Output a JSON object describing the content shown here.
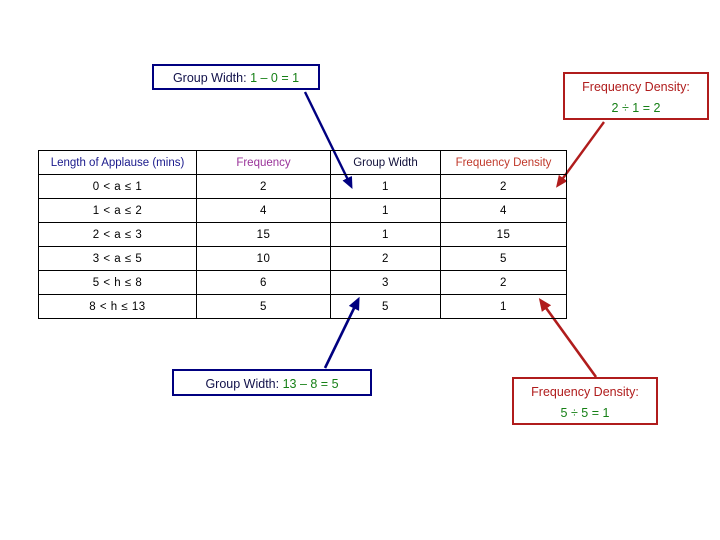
{
  "callouts": {
    "group_width_top": {
      "label": "Group Width:",
      "equation": "1 – 0 = 1",
      "border_color": "#000080",
      "equation_color": "#168016"
    },
    "group_width_bottom": {
      "label": "Group Width:",
      "equation": "13 – 8 = 5",
      "border_color": "#000080",
      "equation_color": "#168016"
    },
    "freq_density_top": {
      "label": "Frequency Density:",
      "equation": "2 ÷ 1 = 2",
      "border_color": "#b01c1c",
      "equation_color": "#168016"
    },
    "freq_density_bottom": {
      "label": "Frequency Density:",
      "equation": "5 ÷ 5 = 1",
      "border_color": "#b01c1c",
      "equation_color": "#168016"
    }
  },
  "table": {
    "headers": [
      "Length of Applause (mins)",
      "Frequency",
      "Group Width",
      "Frequency Density"
    ],
    "header_colors": [
      "#1a1a8c",
      "#993399",
      "#10103a",
      "#c0392b"
    ],
    "rows": [
      {
        "interval": "0  <  a  ≤  1",
        "frequency": "2",
        "group_width": "1",
        "frequency_density": "2"
      },
      {
        "interval": "1  <  a  ≤  2",
        "frequency": "4",
        "group_width": "1",
        "frequency_density": "4"
      },
      {
        "interval": "2  <  a  ≤  3",
        "frequency": "15",
        "group_width": "1",
        "frequency_density": "15"
      },
      {
        "interval": "3  <  a  ≤  5",
        "frequency": "10",
        "group_width": "2",
        "frequency_density": "5"
      },
      {
        "interval": "5  <  h  ≤  8",
        "frequency": "6",
        "group_width": "3",
        "frequency_density": "2"
      },
      {
        "interval": "8  <  h  ≤  13",
        "frequency": "5",
        "group_width": "5",
        "frequency_density": "1"
      }
    ]
  },
  "arrows": [
    {
      "name": "arrow-group-width-top",
      "color": "#000080"
    },
    {
      "name": "arrow-freq-density-top",
      "color": "#b01c1c"
    },
    {
      "name": "arrow-group-width-bottom",
      "color": "#000080"
    },
    {
      "name": "arrow-freq-density-bottom",
      "color": "#b01c1c"
    }
  ]
}
